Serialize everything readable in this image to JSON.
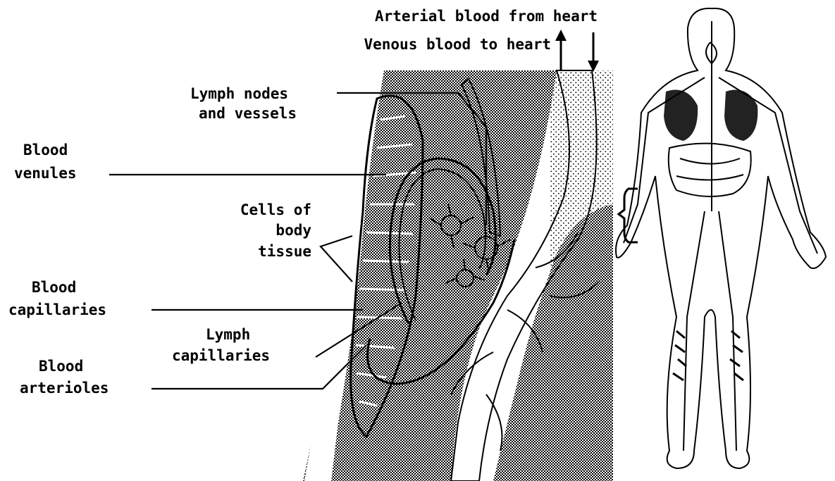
{
  "labels": {
    "arterial": "Arterial blood from heart",
    "venous": "Venous blood to heart",
    "lymph_nodes_line1": "Lymph nodes",
    "lymph_nodes_line2": "and vessels",
    "blood_venules_line1": "Blood",
    "blood_venules_line2": "venules",
    "cells_line1": "Cells of",
    "cells_line2": "body",
    "cells_line3": "tissue",
    "blood_capillaries_line1": "Blood",
    "blood_capillaries_line2": "capillaries",
    "lymph_capillaries_line1": "Lymph",
    "lymph_capillaries_line2": "capillaries",
    "blood_arterioles_line1": "Blood",
    "blood_arterioles_line2": "arterioles"
  },
  "colors": {
    "ink": "#000000",
    "paper": "#ffffff"
  }
}
